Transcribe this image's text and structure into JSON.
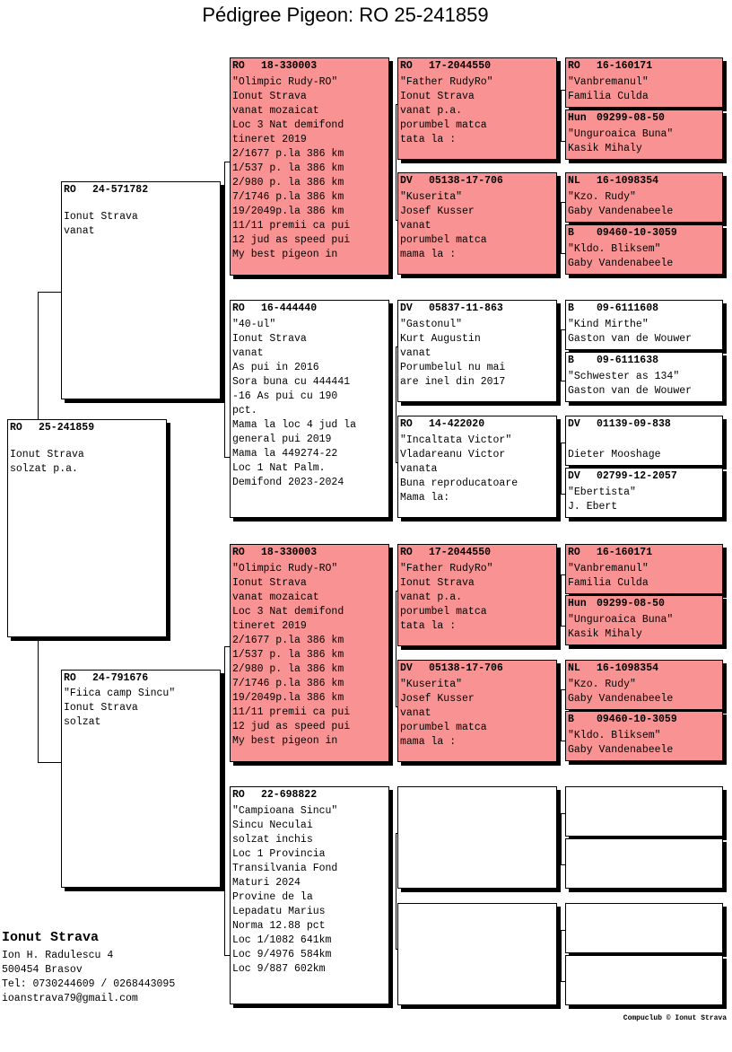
{
  "title": "Pédigree Pigeon: RO  25-241859",
  "owner": {
    "name": "Ionut Strava",
    "lines": [
      "Ion H. Radulescu 4",
      "500454  Brasov",
      "Tel: 0730244609 / 0268443095",
      "ioanstrava79@gmail.com"
    ]
  },
  "credit": "Compuclub © Ionut Strava",
  "colors": {
    "highlight": "#f99393",
    "plain": "#ffffff",
    "border": "#000000"
  },
  "gen1": {
    "code": "RO",
    "ring": "25-241859",
    "lines": [
      "Ionut Strava",
      "solzat p.a."
    ]
  },
  "gen2": [
    {
      "code": "RO",
      "ring": "24-571782",
      "lines": [
        "Ionut Strava",
        "vanat"
      ]
    },
    {
      "code": "RO",
      "ring": "24-791676",
      "lines": [
        "\"Fiica camp Sincu\"",
        "Ionut Strava",
        "solzat"
      ]
    }
  ],
  "gen3": [
    {
      "code": "RO",
      "ring": "18-330003",
      "highlight": true,
      "lines": [
        "\"Olimpic Rudy-RO\"",
        "Ionut Strava",
        "vanat mozaicat",
        "Loc 3 Nat demifond",
        "tineret 2019",
        "2/1677 p.la 386 km",
        "1/537 p. la 386 km",
        "2/980 p. la 386 km",
        "7/1746 p.la 386 km",
        "19/2049p.la 386 km",
        "11/11 premii ca pui",
        "12 jud as speed pui",
        "My best pigeon in"
      ]
    },
    {
      "code": "RO",
      "ring": "16-444440",
      "highlight": false,
      "lines": [
        "\"40-ul\"",
        "Ionut Strava",
        "vanat",
        "As pui in 2016",
        "Sora buna cu 444441",
        "-16 As pui cu 190",
        "pct.",
        "Mama la loc 4 jud la",
        "general pui 2019",
        "Mama la 449274-22",
        "Loc 1 Nat Palm.",
        "Demifond 2023-2024"
      ]
    },
    {
      "code": "RO",
      "ring": "18-330003",
      "highlight": true,
      "lines": [
        "\"Olimpic Rudy-RO\"",
        "Ionut Strava",
        "vanat mozaicat",
        "Loc 3 Nat demifond",
        "tineret 2019",
        "2/1677 p.la 386 km",
        "1/537 p. la 386 km",
        "2/980 p. la 386 km",
        "7/1746 p.la 386 km",
        "19/2049p.la 386 km",
        "11/11 premii ca pui",
        "12 jud as speed pui",
        "My best pigeon in"
      ]
    },
    {
      "code": "RO",
      "ring": "22-698822",
      "highlight": false,
      "lines": [
        "\"Campioana Sincu\"",
        "Sincu Neculai",
        "solzat inchis",
        "Loc 1 Provincia",
        "Transilvania Fond",
        "Maturi 2024",
        "Provine de la",
        "Lepadatu Marius",
        "Norma 12.88 pct",
        "Loc 1/1082  641km",
        "Loc 9/4976  584km",
        "Loc 9/887   602km"
      ]
    }
  ],
  "gen4": [
    {
      "code": "RO",
      "ring": "17-2044550",
      "highlight": true,
      "lines": [
        "\"Father RudyRo\"",
        "Ionut Strava",
        "vanat p.a.",
        "porumbel matca",
        "tata la :"
      ]
    },
    {
      "code": "DV",
      "ring": "05138-17-706",
      "highlight": true,
      "lines": [
        "\"Kuserita\"",
        "Josef Kusser",
        "vanat",
        "porumbel matca",
        "mama la :"
      ]
    },
    {
      "code": "DV",
      "ring": "05837-11-863",
      "highlight": false,
      "lines": [
        "\"Gastonul\"",
        "Kurt Augustin",
        "vanat",
        "Porumbelul nu mai",
        "are inel din 2017"
      ]
    },
    {
      "code": "RO",
      "ring": "14-422020",
      "highlight": false,
      "lines": [
        "\"Incaltata Victor\"",
        "Vladareanu Victor",
        "vanata",
        "Buna reproducatoare",
        "Mama la:"
      ]
    },
    {
      "code": "RO",
      "ring": "17-2044550",
      "highlight": true,
      "lines": [
        "\"Father RudyRo\"",
        "Ionut Strava",
        "vanat p.a.",
        "porumbel matca",
        "tata la :"
      ]
    },
    {
      "code": "DV",
      "ring": "05138-17-706",
      "highlight": true,
      "lines": [
        "\"Kuserita\"",
        "Josef Kusser",
        "vanat",
        "porumbel matca",
        "mama la :"
      ]
    },
    {
      "code": "",
      "ring": "",
      "highlight": false,
      "lines": []
    },
    {
      "code": "",
      "ring": "",
      "highlight": false,
      "lines": []
    }
  ],
  "gen5": [
    {
      "code": "RO",
      "ring": "16-160171",
      "highlight": true,
      "lines": [
        "\"Vanbremanul\"",
        "Familia Culda"
      ]
    },
    {
      "code": "Hun",
      "ring": "09299-08-50",
      "highlight": true,
      "lines": [
        "\"Unguroaica Buna\"",
        "Kasik Mihaly"
      ]
    },
    {
      "code": "NL",
      "ring": "16-1098354",
      "highlight": true,
      "lines": [
        "\"Kzo. Rudy\"",
        "Gaby Vandenabeele"
      ]
    },
    {
      "code": "B",
      "ring": "09460-10-3059",
      "highlight": true,
      "lines": [
        "\"Kldo. Bliksem\"",
        "Gaby Vandenabeele"
      ]
    },
    {
      "code": "B",
      "ring": "09-6111608",
      "highlight": false,
      "lines": [
        "\"Kind Mirthe\"",
        "Gaston van de Wouwer"
      ]
    },
    {
      "code": "B",
      "ring": "09-6111638",
      "highlight": false,
      "lines": [
        "\"Schwester as 134\"",
        "Gaston van de Wouwer"
      ]
    },
    {
      "code": "DV",
      "ring": "01139-09-838",
      "highlight": false,
      "lines": [
        "",
        "Dieter Mooshage"
      ]
    },
    {
      "code": "DV",
      "ring": "02799-12-2057",
      "highlight": false,
      "lines": [
        "\"Ebertista\"",
        "J. Ebert"
      ]
    },
    {
      "code": "RO",
      "ring": "16-160171",
      "highlight": true,
      "lines": [
        "\"Vanbremanul\"",
        "Familia Culda"
      ]
    },
    {
      "code": "Hun",
      "ring": "09299-08-50",
      "highlight": true,
      "lines": [
        "\"Unguroaica Buna\"",
        "Kasik Mihaly"
      ]
    },
    {
      "code": "NL",
      "ring": "16-1098354",
      "highlight": true,
      "lines": [
        "\"Kzo. Rudy\"",
        "Gaby Vandenabeele"
      ]
    },
    {
      "code": "B",
      "ring": "09460-10-3059",
      "highlight": true,
      "lines": [
        "\"Kldo. Bliksem\"",
        "Gaby Vandenabeele"
      ]
    },
    {
      "code": "",
      "ring": "",
      "highlight": false,
      "lines": []
    },
    {
      "code": "",
      "ring": "",
      "highlight": false,
      "lines": []
    },
    {
      "code": "",
      "ring": "",
      "highlight": false,
      "lines": []
    },
    {
      "code": "",
      "ring": "",
      "highlight": false,
      "lines": []
    }
  ]
}
